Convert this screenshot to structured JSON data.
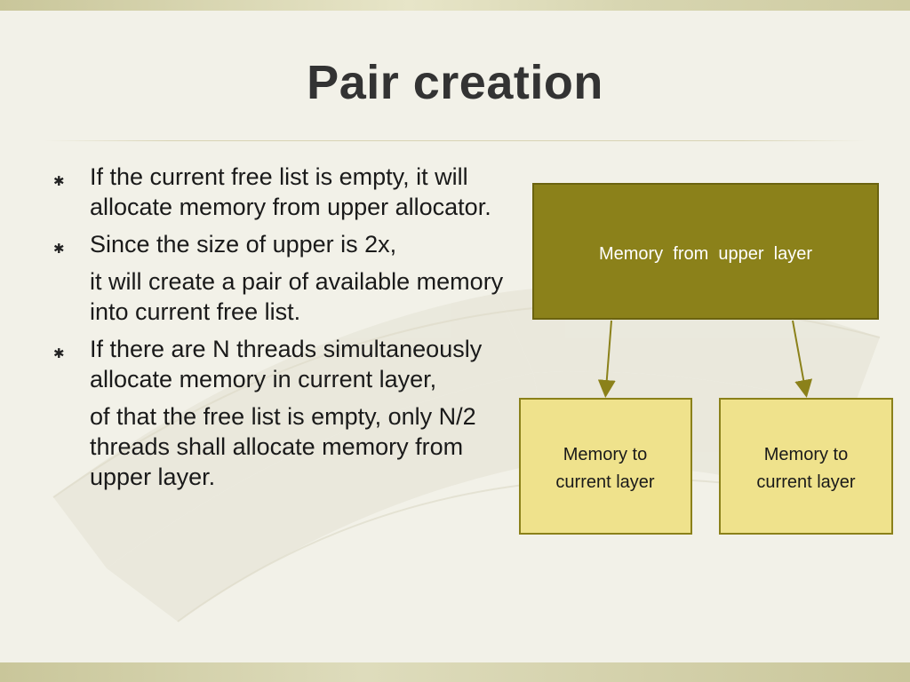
{
  "slide": {
    "title": "Pair creation",
    "bullets": [
      {
        "text": "If the current free list is empty, it will allocate memory from upper allocator."
      },
      {
        "text": "Since the size of upper is 2x,",
        "continuation": "it will create a pair of available memory into current free list."
      },
      {
        "text": "If there are N threads simultaneously allocate memory in current layer,",
        "continuation": "of that the free list is empty, only N/2 threads shall allocate memory from upper layer."
      }
    ]
  },
  "diagram": {
    "upper_box": {
      "label": "Memory  from  upper  layer",
      "fill": "#8b811a",
      "text_color": "#ffffff"
    },
    "left_box": {
      "label_line1": "Memory to",
      "label_line2": "current layer",
      "fill": "#efe28c"
    },
    "right_box": {
      "label_line1": "Memory to",
      "label_line2": "current layer",
      "fill": "#efe28c"
    },
    "arrow_color": "#8b811a"
  },
  "colors": {
    "bullet_mark": "#222222",
    "title": "#333333"
  },
  "icons": {
    "bullet": "asterisk-bullet-icon"
  }
}
